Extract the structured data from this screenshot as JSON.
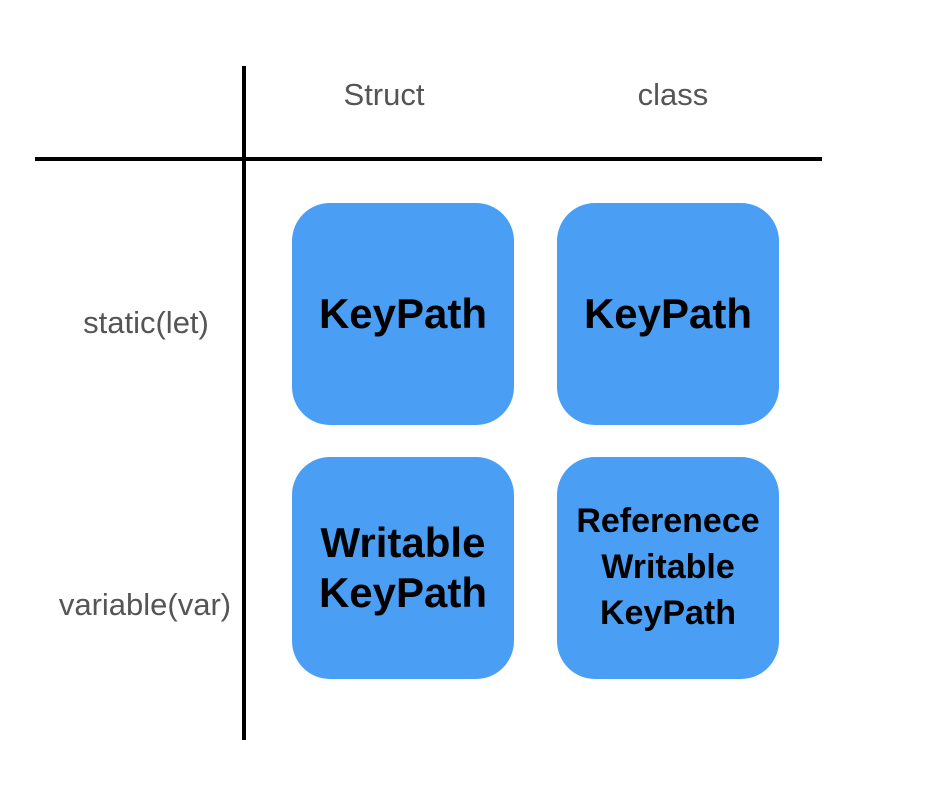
{
  "columns": {
    "struct": "Struct",
    "class": "class"
  },
  "rows": {
    "static": "static(let)",
    "variable": "variable(var)"
  },
  "cells": {
    "static_struct": [
      "KeyPath"
    ],
    "static_class": [
      "KeyPath"
    ],
    "variable_struct": [
      "Writable",
      "KeyPath"
    ],
    "variable_class": [
      "Referenece",
      "Writable",
      "KeyPath"
    ]
  },
  "colors": {
    "cell_fill": "#4a9ff5",
    "header_text": "#555555",
    "grid_line": "#000000"
  }
}
